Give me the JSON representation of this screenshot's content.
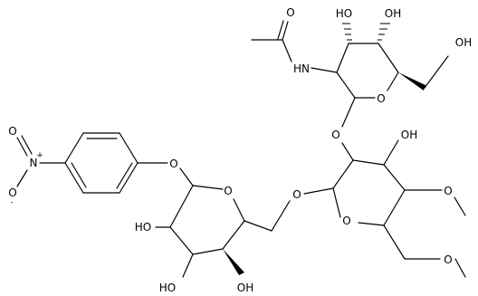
{
  "labels": {
    "nitro_N": "N",
    "nitro_O_top": "O",
    "nitro_O_bottom": "O",
    "charge_plus": "+",
    "charge_minus": "-",
    "phenoxy_O": "O",
    "ringA_O": "O",
    "ringA_OH_2": "HO",
    "ringA_OH_3": "HO",
    "ringA_OH_4": "OH",
    "linker_O": "O",
    "ringB_O": "O",
    "glyc_O_BC": "O",
    "ringB_OH": "OH",
    "ringB_OMe_O": "O",
    "ringB_C6_O": "O",
    "acetyl_O": "O",
    "acetyl_NH": "HN",
    "ringC_OH_3": "HO",
    "ringC_OH_4": "OH",
    "ringC_O": "O",
    "ringC_C6_OH": "OH"
  }
}
